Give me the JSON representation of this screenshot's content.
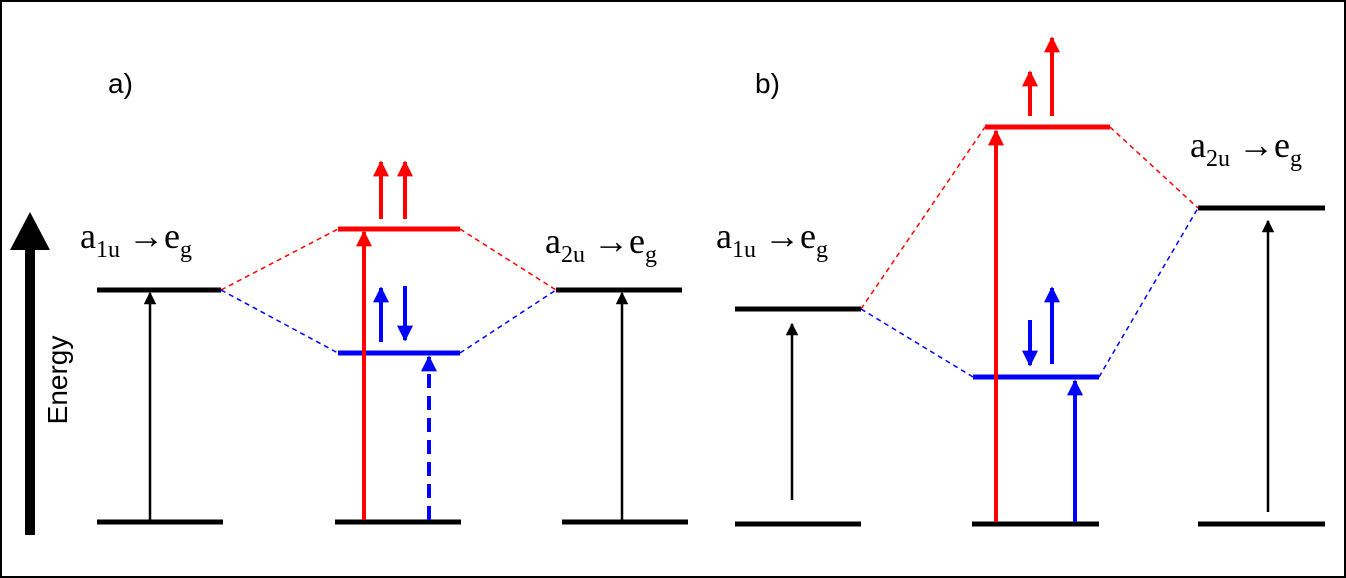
{
  "axis": {
    "label": "Energy"
  },
  "panels": [
    {
      "label": "a)",
      "left_transition": {
        "from": "a",
        "from_sub": "1u",
        "arrow": "→",
        "to": "e",
        "to_sub": "g"
      },
      "right_transition": {
        "from": "a",
        "from_sub": "2u",
        "arrow": "→",
        "to": "e",
        "to_sub": "g"
      },
      "mixed_upper_state": "red",
      "mixed_lower_state": "blue"
    },
    {
      "label": "b)",
      "left_transition": {
        "from": "a",
        "from_sub": "1u",
        "arrow": "→",
        "to": "e",
        "to_sub": "g"
      },
      "right_transition": {
        "from": "a",
        "from_sub": "2u",
        "arrow": "→",
        "to": "e",
        "to_sub": "g"
      },
      "mixed_upper_state": "red",
      "mixed_lower_state": "blue"
    }
  ],
  "colors": {
    "black": "#000000",
    "red": "#ff0000",
    "blue": "#0000ff"
  }
}
